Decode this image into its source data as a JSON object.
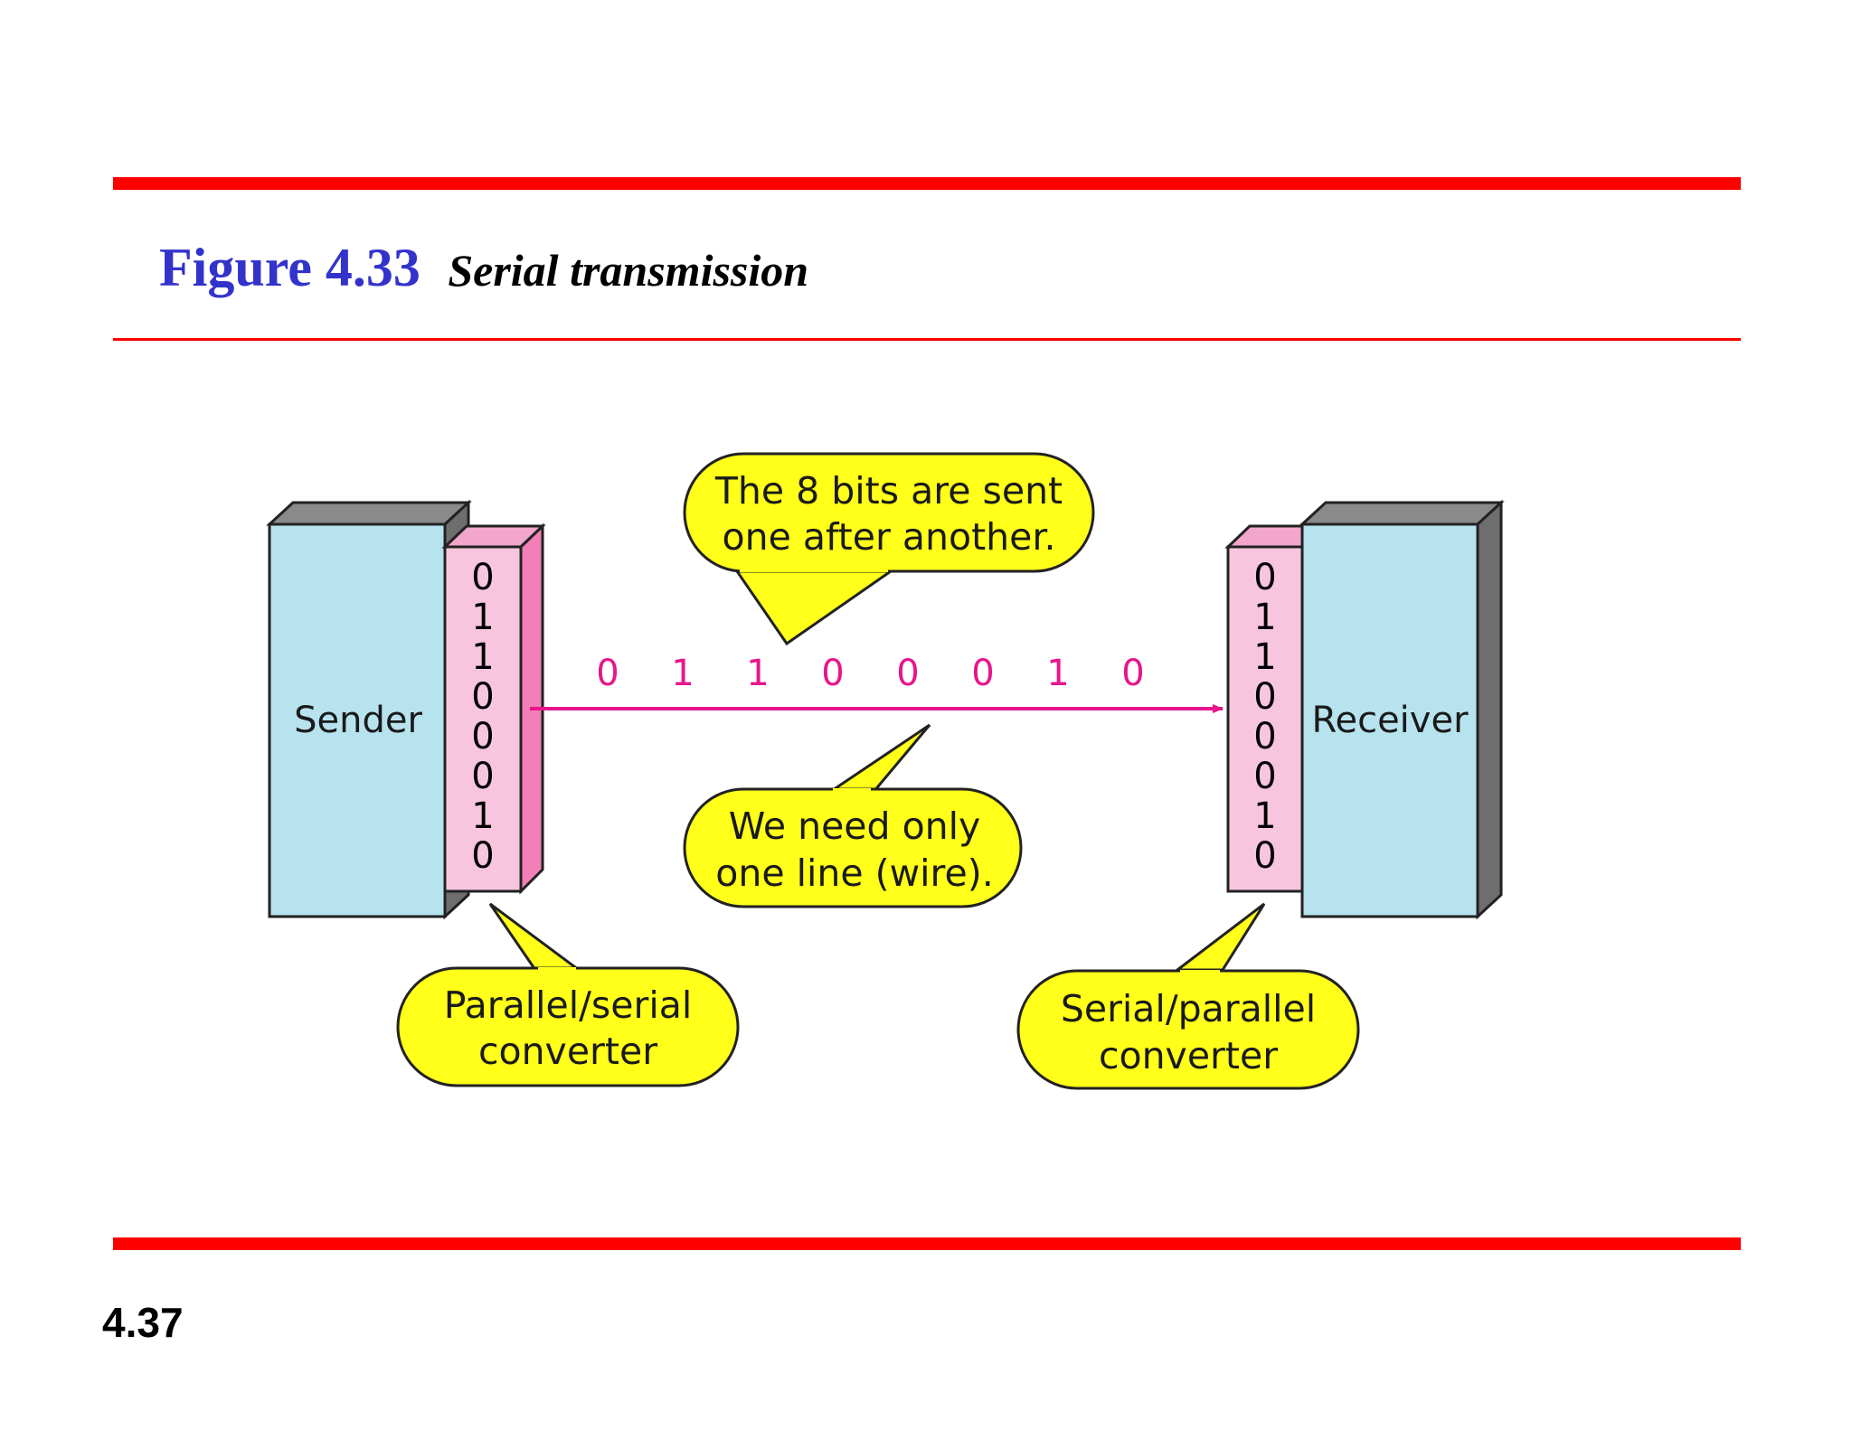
{
  "figure": {
    "number": "Figure 4.33",
    "title": "Serial transmission"
  },
  "slide_number": "4.37",
  "colors": {
    "rule": "#ff0000",
    "figure_number": "#3333cc",
    "device_face": "#b7e3ee",
    "device_side": "#808080",
    "converter_face": "#f7c6de",
    "converter_side": "#f27fb6",
    "wire": "#e8158c",
    "bubble": "#ffff1a"
  },
  "diagram": {
    "sender_label": "Sender",
    "receiver_label": "Receiver",
    "sender_bits": [
      "0",
      "1",
      "1",
      "0",
      "0",
      "0",
      "1",
      "0"
    ],
    "receiver_bits": [
      "0",
      "1",
      "1",
      "0",
      "0",
      "0",
      "1",
      "0"
    ],
    "wire_bits": [
      "0",
      "1",
      "1",
      "0",
      "0",
      "0",
      "1",
      "0"
    ],
    "callouts": {
      "bits_sent": [
        "The 8 bits are sent",
        "one after another."
      ],
      "one_line": [
        "We need only",
        "one line (wire)."
      ],
      "parallel_serial": [
        "Parallel/serial",
        "converter"
      ],
      "serial_parallel": [
        "Serial/parallel",
        "converter"
      ]
    }
  }
}
